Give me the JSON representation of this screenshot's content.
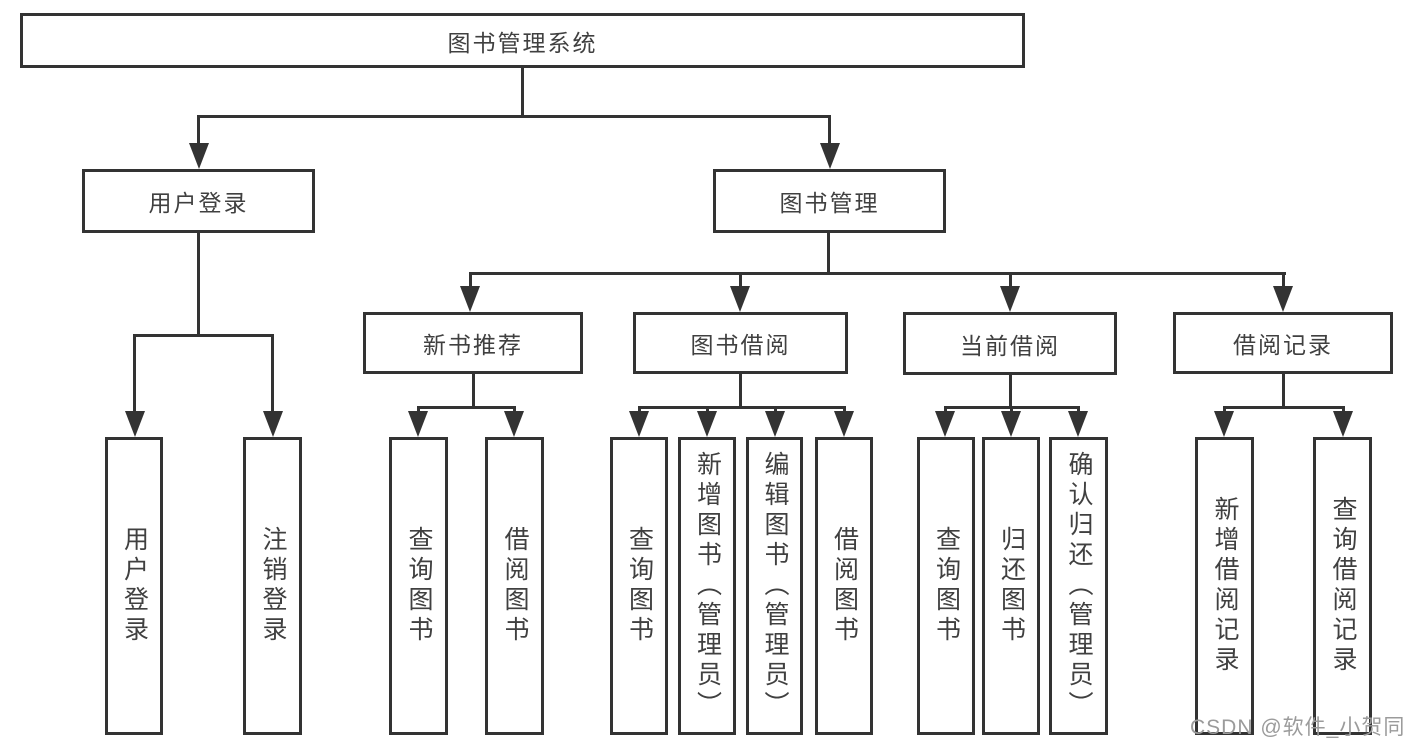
{
  "diagram": {
    "root": {
      "label": "图书管理系统"
    },
    "branches": [
      {
        "label": "用户登录",
        "children": [
          {
            "label": "用户登录"
          },
          {
            "label": "注销登录"
          }
        ]
      },
      {
        "label": "图书管理",
        "children": [
          {
            "label": "新书推荐",
            "children": [
              {
                "label": "查询图书"
              },
              {
                "label": "借阅图书"
              }
            ]
          },
          {
            "label": "图书借阅",
            "children": [
              {
                "label": "查询图书"
              },
              {
                "label": "新增图书（管理员）"
              },
              {
                "label": "编辑图书（管理员）"
              },
              {
                "label": "借阅图书"
              }
            ]
          },
          {
            "label": "当前借阅",
            "children": [
              {
                "label": "查询图书"
              },
              {
                "label": "归还图书"
              },
              {
                "label": "确认归还（管理员）"
              }
            ]
          },
          {
            "label": "借阅记录",
            "children": [
              {
                "label": "新增借阅记录"
              },
              {
                "label": "查询借阅记录"
              }
            ]
          }
        ]
      }
    ]
  },
  "watermark": {
    "text": "CSDN @软件_小贺同学"
  },
  "colors": {
    "line": "#333333",
    "text": "#404040",
    "background": "#ffffff",
    "watermark": "#9b9b9b"
  }
}
